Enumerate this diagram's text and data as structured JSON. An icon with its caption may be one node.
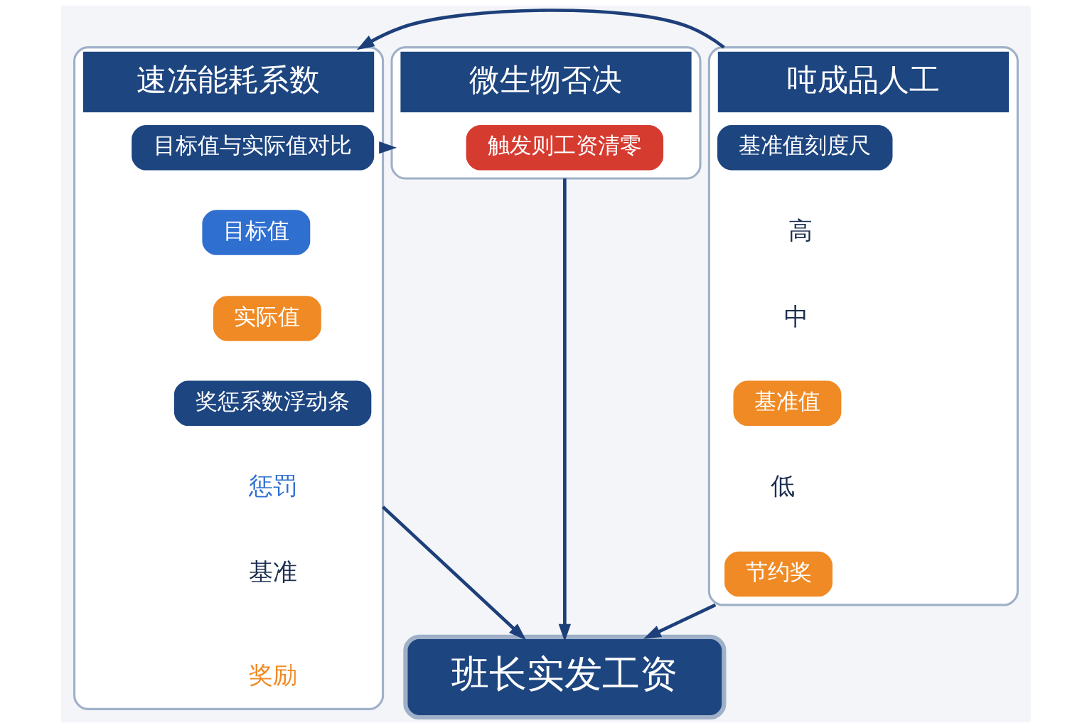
{
  "diagram": {
    "nodes": [
      {
        "text": [
          "吨成品人工"
        ]
      },
      {
        "text": [
          "基准值刻度尺"
        ],
        "in": 0
      },
      {
        "text": [
          "基准值"
        ],
        "in": 0
      },
      {
        "text": [
          "节约奖"
        ],
        "in": 0
      },
      {
        "text": [
          "速冻能耗系数"
        ]
      },
      {
        "text": [
          "目标值与实际值对比"
        ],
        "in": 4
      },
      {
        "text": [
          "目标值"
        ],
        "in": 4
      },
      {
        "text": [
          "实际值"
        ],
        "in": 4
      },
      {
        "text": [
          "奖惩系数浮动条"
        ],
        "in": 4
      },
      {
        "text": [
          "微生物否决"
        ]
      },
      {
        "text": [
          "触发则工资清零"
        ],
        "in": 9
      },
      {
        "text": [
          "班长实发工资"
        ]
      }
    ],
    "edges": [
      {
        "from": 0,
        "to": 4,
        "arrow": "to"
      },
      {
        "from": 4,
        "to": 9,
        "arrow": "to"
      },
      {
        "from": 0,
        "to": 11,
        "arrow": "to"
      },
      {
        "from": 4,
        "to": 11,
        "arrow": "to"
      },
      {
        "from": 9,
        "to": 11,
        "arrow": "to"
      }
    ],
    "labels": [
      "高",
      "中",
      "低",
      "惩罚",
      "基准",
      "奖励"
    ]
  }
}
